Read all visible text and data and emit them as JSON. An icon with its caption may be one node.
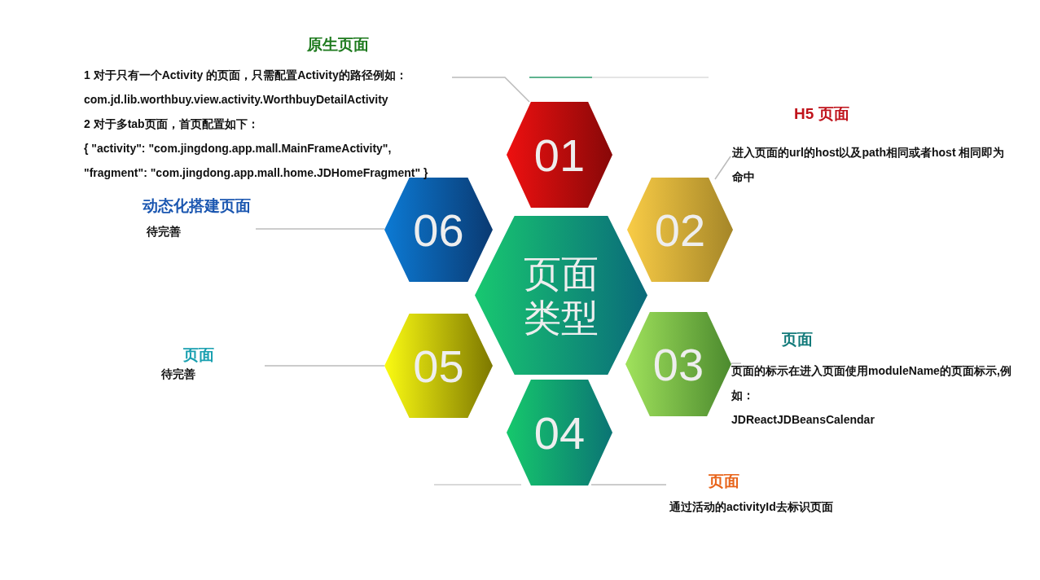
{
  "diagram": {
    "nodes": [
      {
        "text": [
          "页面类型"
        ]
      },
      {
        "text": [
          "01"
        ]
      },
      {
        "text": [
          "02"
        ]
      },
      {
        "text": [
          "03"
        ]
      },
      {
        "text": [
          "04"
        ]
      },
      {
        "text": [
          "05"
        ]
      },
      {
        "text": [
          "06"
        ]
      },
      {
        "text": [
          "原生页面",
          "1 对于只有一个Activity 的页面，只需配置Activity的路径例如：",
          "com.jd.lib.worthbuy.view.activity.WorthbuyDetailActivity",
          "2 对于多tab页面，首页配置如下：",
          "{ \"activity\": \"com.jingdong.app.mall.MainFrameActivity\",",
          "\"fragment\": \"com.jingdong.app.mall.home.JDHomeFragment\" }"
        ]
      },
      {
        "text": [
          "H5 页面",
          "进入页面的url的host以及path相同或者host 相同即为命中"
        ]
      },
      {
        "text": [
          "页面",
          "页面的标示在进入页面使用moduleName的页面标示,例如：",
          "JDReactJDBeansCalendar"
        ]
      },
      {
        "text": [
          "页面",
          "通过活动的activityId去标识页面"
        ]
      },
      {
        "text": [
          "页面",
          "待完善"
        ]
      },
      {
        "text": [
          "动态化搭建页面",
          "待完善"
        ]
      }
    ],
    "edges": [
      {
        "from": 1,
        "to": 7,
        "arrow": "none"
      },
      {
        "from": 2,
        "to": 8,
        "arrow": "none"
      },
      {
        "from": 3,
        "to": 9,
        "arrow": "none"
      },
      {
        "from": 4,
        "to": 10,
        "arrow": "none"
      },
      {
        "from": 5,
        "to": 11,
        "arrow": "none"
      },
      {
        "from": 6,
        "to": 12,
        "arrow": "none"
      }
    ]
  }
}
